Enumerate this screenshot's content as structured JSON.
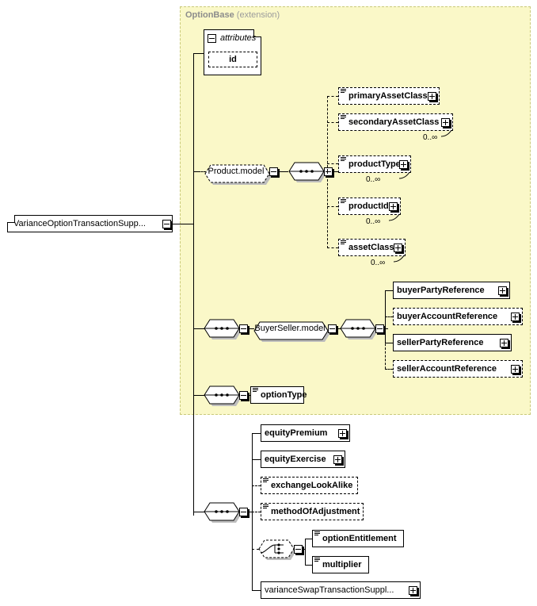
{
  "diagram": {
    "title": "VarianceOptionTransactionSupplement XSD diagram",
    "type": "xsd-element-tree",
    "colors": {
      "extension_panel_fill": "#FAF8C8",
      "extension_panel_border": "#C9C97A",
      "extension_title": "#8C8C8C",
      "box_fill": "#FFFFFF",
      "box_border": "#000000",
      "shadow": "#BDBDBD"
    }
  },
  "root": {
    "label": "VarianceOptionTransactionSupp...",
    "toggle": "minus",
    "style": "required"
  },
  "extension": {
    "base_name": "OptionBase",
    "kind": "(extension)"
  },
  "attributes_group": {
    "label": "attributes",
    "toggle": "minus",
    "items": [
      {
        "label": "id",
        "style": "optional"
      }
    ]
  },
  "product_model": {
    "label": "Product.model",
    "style": "optional",
    "toggle": "minus",
    "compositor": "sequence",
    "compositor_toggle": "minus",
    "children": [
      {
        "label": "primaryAssetClass",
        "style": "optional",
        "toggle": "plus",
        "has_content_icon": true,
        "cardinality": ""
      },
      {
        "label": "secondaryAssetClass",
        "style": "optional",
        "toggle": "plus",
        "has_content_icon": true,
        "cardinality": "0..∞"
      },
      {
        "label": "productType",
        "style": "optional",
        "toggle": "plus",
        "has_content_icon": true,
        "cardinality": "0..∞"
      }
    ]
  },
  "product_siblings": [
    {
      "label": "productId",
      "style": "optional",
      "toggle": "plus",
      "has_content_icon": true,
      "cardinality": "0..∞"
    },
    {
      "label": "assetClass",
      "style": "optional",
      "toggle": "plus",
      "has_content_icon": true,
      "cardinality": "0..∞"
    }
  ],
  "buyer_seller": {
    "outer_compositor": "sequence",
    "outer_toggle": "minus",
    "label": "BuyerSeller.model",
    "style": "required",
    "toggle": "minus",
    "inner_compositor": "sequence",
    "inner_toggle": "minus",
    "children": [
      {
        "label": "buyerPartyReference",
        "style": "required",
        "toggle": "plus",
        "has_content_icon": false
      },
      {
        "label": "buyerAccountReference",
        "style": "optional",
        "toggle": "plus",
        "has_content_icon": false
      },
      {
        "label": "sellerPartyReference",
        "style": "required",
        "toggle": "plus",
        "has_content_icon": false
      },
      {
        "label": "sellerAccountReference",
        "style": "optional",
        "toggle": "plus",
        "has_content_icon": false
      }
    ]
  },
  "option_type": {
    "compositor": "sequence",
    "compositor_toggle": "minus",
    "label": "optionType",
    "style": "required",
    "toggle": "none",
    "has_content_icon": true
  },
  "bottom_sequence": {
    "compositor": "sequence",
    "compositor_toggle": "minus",
    "children": [
      {
        "label": "equityPremium",
        "style": "required",
        "toggle": "plus",
        "has_content_icon": false
      },
      {
        "label": "equityExercise",
        "style": "required",
        "toggle": "plus",
        "has_content_icon": false
      },
      {
        "label": "exchangeLookAlike",
        "style": "optional",
        "toggle": "none",
        "has_content_icon": true
      },
      {
        "label": "methodOfAdjustment",
        "style": "optional",
        "toggle": "none",
        "has_content_icon": true
      }
    ],
    "choice": {
      "compositor": "choice",
      "style": "optional",
      "toggle": "minus",
      "children": [
        {
          "label": "optionEntitlement",
          "style": "required",
          "toggle": "none",
          "has_content_icon": true
        },
        {
          "label": "multiplier",
          "style": "required",
          "toggle": "none",
          "has_content_icon": true
        }
      ]
    },
    "tail": {
      "label": "varianceSwapTransactionSuppl...",
      "style": "required",
      "toggle": "plus",
      "has_content_icon": false,
      "thin": true
    }
  }
}
